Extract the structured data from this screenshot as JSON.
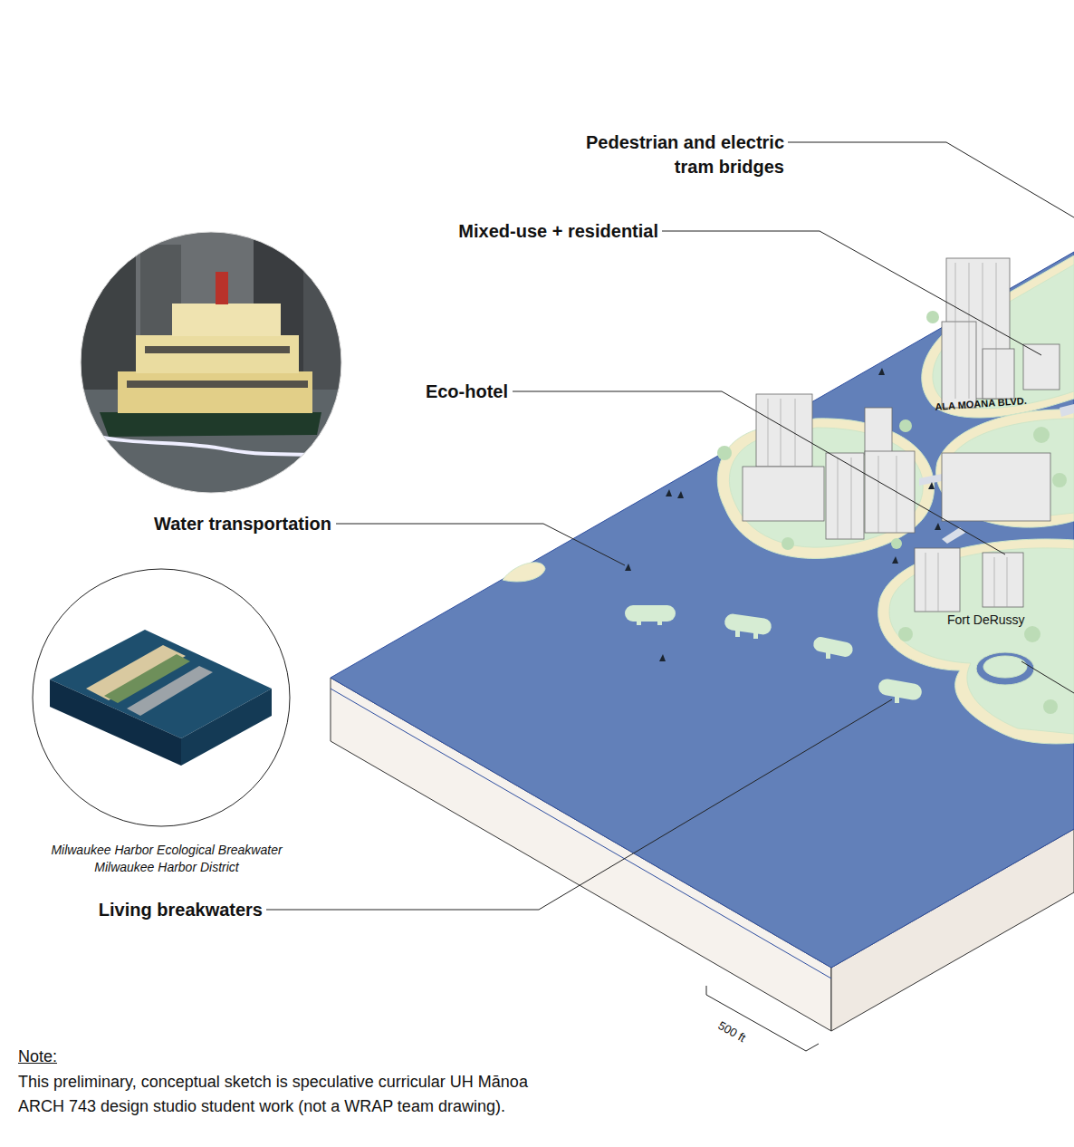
{
  "diagram": {
    "labels": [
      "Pedestrian and electric tram bridges",
      "Mixed-use + residential",
      "Eco-hotel",
      "Water transportation",
      "Living breakwaters",
      "Milwaukee Harbor Ecological Breakwater Milwaukee Harbor District",
      "ALA MOANA BLVD.",
      "Fort DeRussy",
      "500 ft",
      "Note:",
      "This preliminary, conceptual sketch is speculative curricular UH Mānoa ARCH 743 design studio student work (not a WRAP team drawing)."
    ]
  }
}
